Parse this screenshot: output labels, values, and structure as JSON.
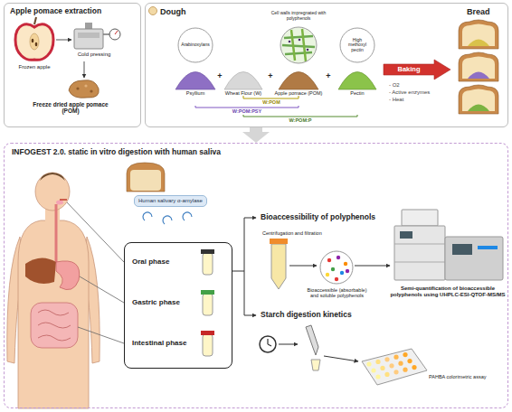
{
  "diagram": {
    "nodes": [
      {
        "text": [
          "Apple pomace extraction"
        ]
      },
      {
        "text": [
          "Dough",
          "Bread"
        ]
      },
      {
        "text": [
          "Arabinoxylans"
        ],
        "in": 1
      },
      {
        "text": [
          "Cell walls impregnated with polyphenols"
        ],
        "in": 1
      },
      {
        "text": [
          "High methoxyl pectin"
        ],
        "in": 1
      },
      {
        "text": [
          "Baking"
        ],
        "in": 1
      },
      {
        "text": [
          "INFOGEST 2.0. static in vitro digestion with human saliva"
        ]
      },
      {
        "text": [
          "Human salivary α-amylase"
        ],
        "in": 6
      },
      {
        "text": [
          "Oral phase",
          "Gastric phase",
          "Intestinal phase"
        ],
        "in": 6
      }
    ],
    "edges": [
      {
        "from": 1,
        "to": 6,
        "arrow": "to"
      }
    ],
    "labels": [
      "Frozen apple",
      "Cold pressing",
      "Freeze dried apple pomace (POM)",
      "Psyllium",
      "+",
      "Wheat Flour (W)",
      "+",
      "Apple pomace (POM)",
      "+",
      "Pectin",
      "W:POM",
      "W:POM:PSY",
      "W:POM:P",
      "- O2",
      "- Active enzymes",
      "- Heat",
      "Bioaccessibility of polyphenols",
      "Centrifugation and filtration",
      "Bioaccessible (absorbable) and soluble polyphenols",
      "Semi-quantification of bioaccessible polyphenols using UHPLC-ESI-QTOF-MS/MS",
      "Starch digestion kinetics",
      "PAHBA colorimetric assay"
    ]
  }
}
